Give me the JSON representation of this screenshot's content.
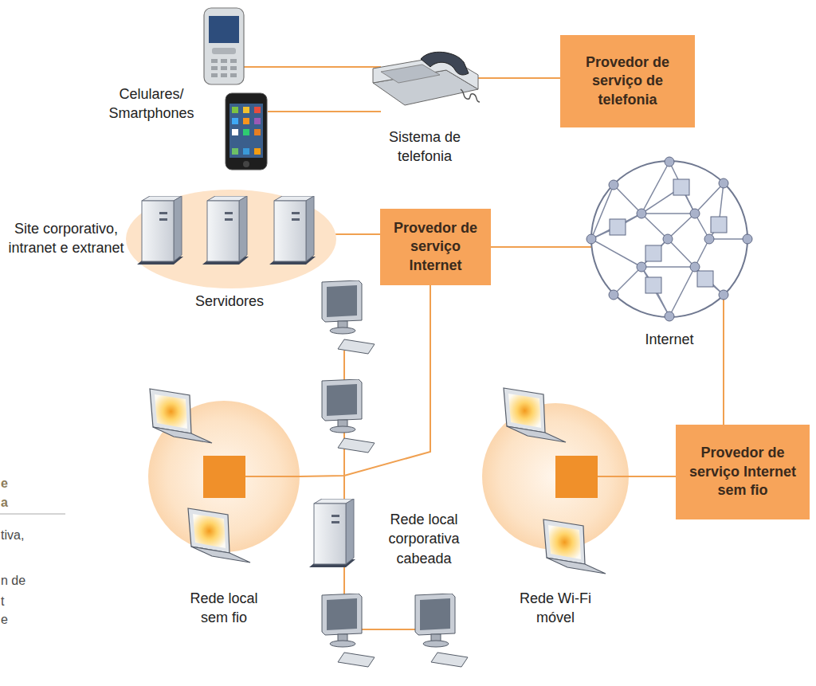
{
  "diagram": {
    "nodes": [
      {
        "text": [
          "Provedor de serviço de telefonia"
        ]
      },
      {
        "text": [
          "Provedor de serviço Internet"
        ]
      },
      {
        "text": [
          "Internet"
        ]
      },
      {
        "text": [
          "Rede local sem fio"
        ]
      },
      {
        "text": [
          "Rede Wi-Fi móvel"
        ]
      },
      {
        "text": [
          "Provedor de serviço Internet sem fio"
        ]
      }
    ],
    "edges": [
      {
        "from": 1,
        "to": 2,
        "arrow": "none"
      },
      {
        "from": 2,
        "to": 5,
        "arrow": "none"
      },
      {
        "from": 5,
        "to": 4,
        "arrow": "none"
      },
      {
        "from": 1,
        "to": 3,
        "arrow": "none"
      }
    ],
    "labels": [
      "Celulares/ Smartphones",
      "Sistema de telefonia",
      "Site corporativo, intranet e extranet",
      "Servidores",
      "Rede local corporativa cabeada",
      "e",
      "a",
      "tiva,",
      "n de",
      "t",
      "e"
    ]
  }
}
